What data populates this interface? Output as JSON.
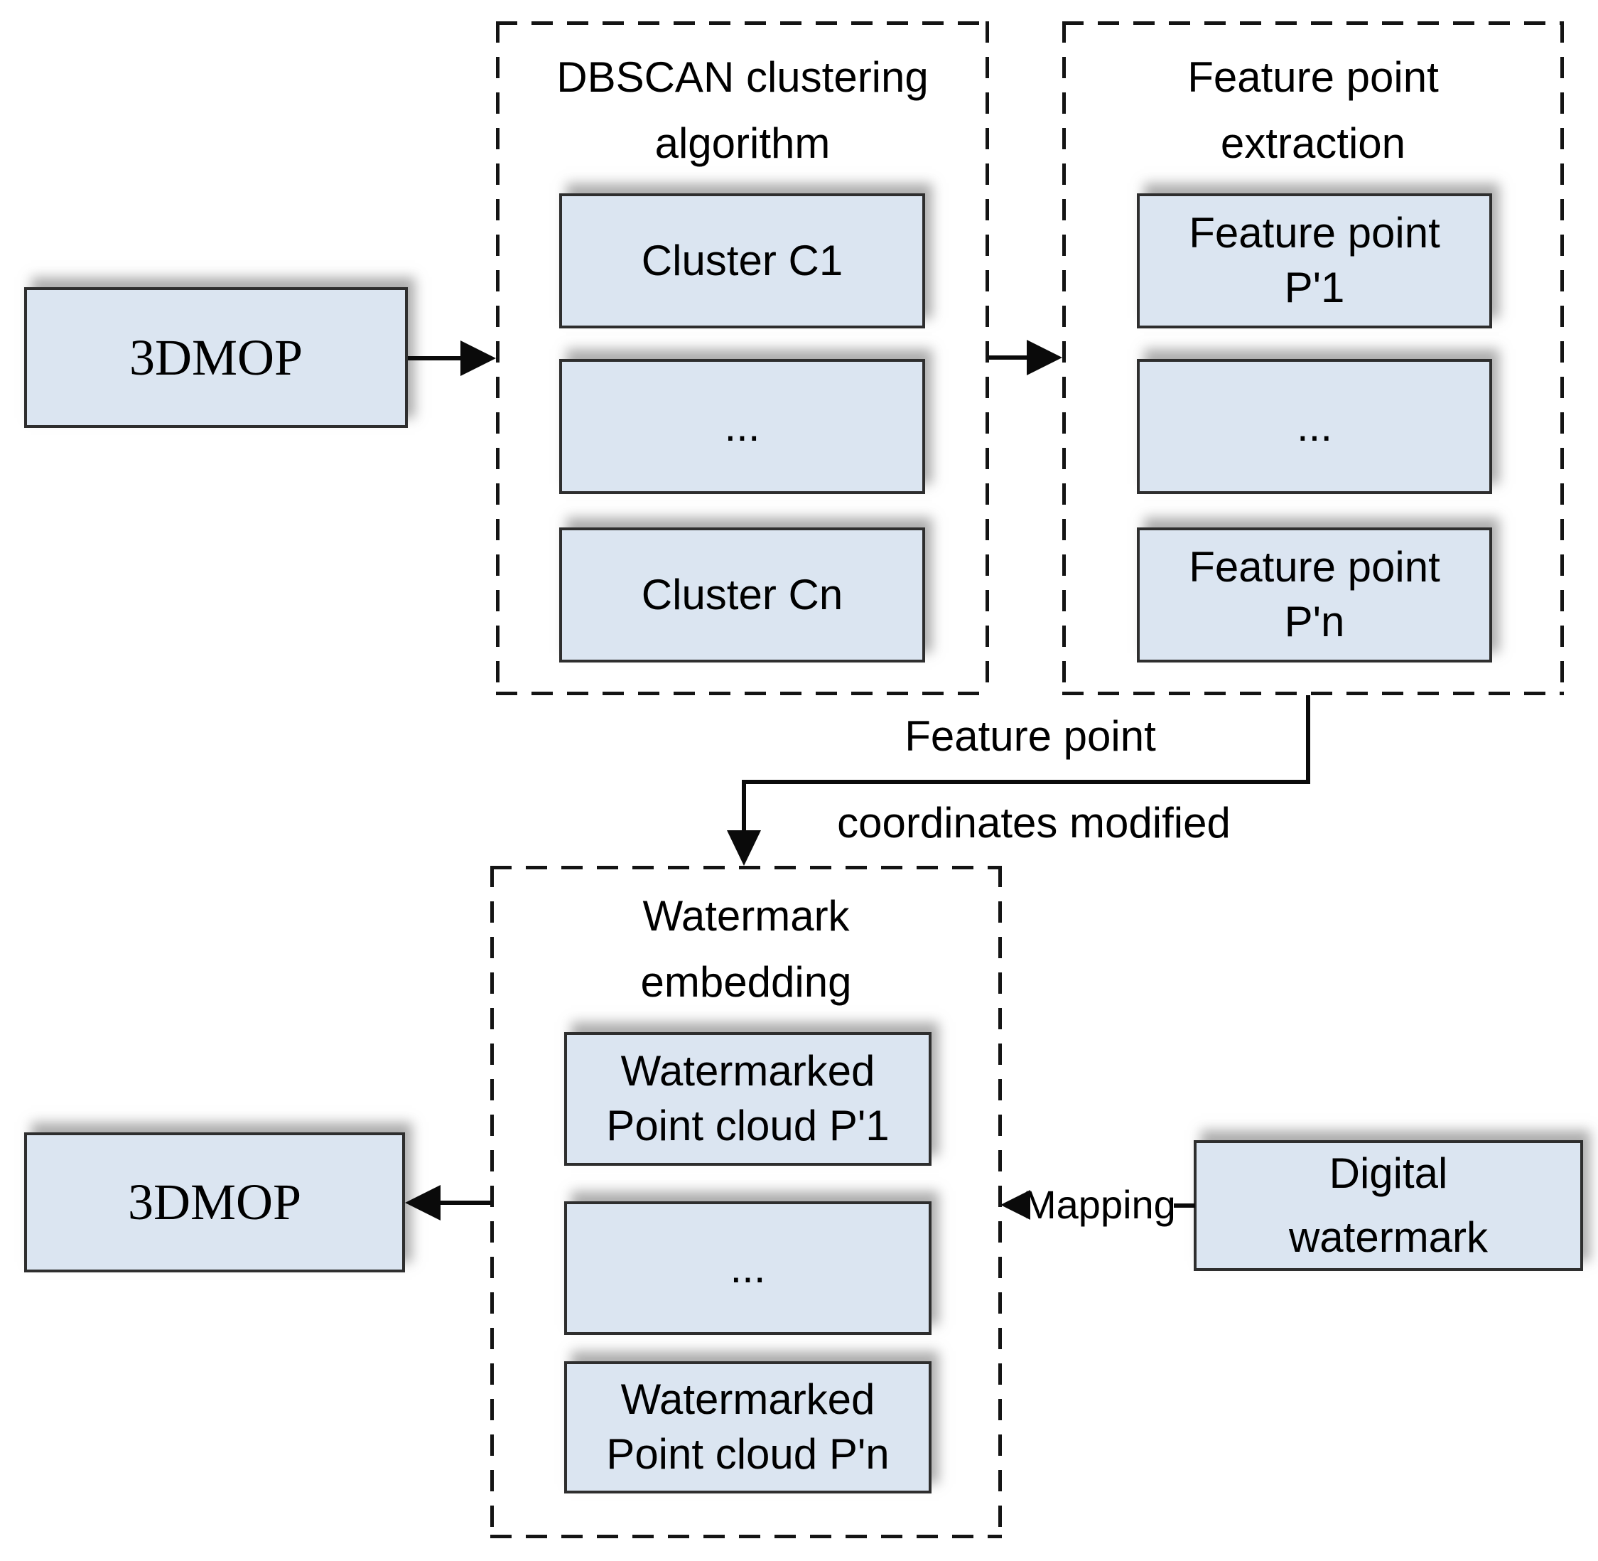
{
  "colors": {
    "box_fill": "#dbe5f1",
    "box_border": "#2e2e2e",
    "dash_border": "#141414",
    "line": "#0a0a0a",
    "text": "#000000"
  },
  "nodes": {
    "source_model": {
      "label": "3DMOP"
    },
    "output_model": {
      "label": "3DMOP"
    },
    "digital_watermark": {
      "lines": [
        "Digital",
        "watermark"
      ]
    }
  },
  "containers": {
    "clustering": {
      "title_lines": [
        "DBSCAN clustering",
        "algorithm"
      ],
      "items": [
        {
          "lines": [
            "Cluster C1"
          ]
        },
        {
          "lines": [
            "..."
          ]
        },
        {
          "lines": [
            "Cluster Cn"
          ]
        }
      ]
    },
    "extraction": {
      "title_lines": [
        "Feature point",
        "extraction"
      ],
      "items": [
        {
          "lines": [
            "Feature point",
            "P'1"
          ]
        },
        {
          "lines": [
            "..."
          ]
        },
        {
          "lines": [
            "Feature point",
            "P'n"
          ]
        }
      ]
    },
    "embedding": {
      "title_lines": [
        "Watermark",
        "embedding"
      ],
      "items": [
        {
          "lines": [
            "Watermarked",
            "Point cloud P'1"
          ]
        },
        {
          "lines": [
            "..."
          ]
        },
        {
          "lines": [
            "Watermarked",
            "Point cloud P'n"
          ]
        }
      ]
    }
  },
  "edge_labels": {
    "coordinates_modified": {
      "lines": [
        "Feature point",
        "coordinates modified"
      ]
    },
    "mapping": "Mapping"
  }
}
